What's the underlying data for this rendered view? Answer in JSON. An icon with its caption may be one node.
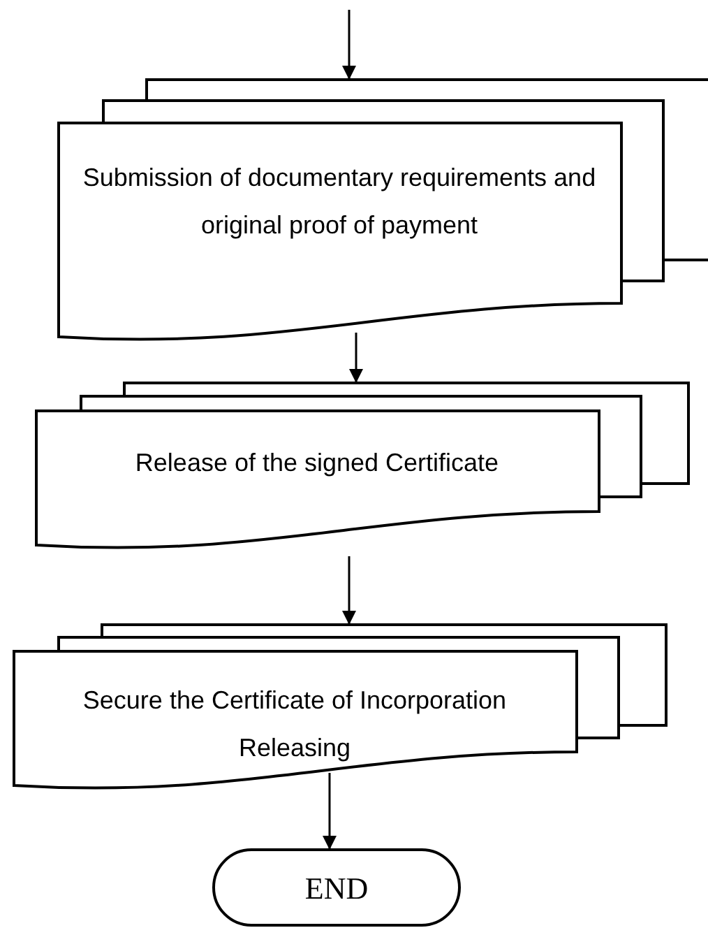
{
  "diagram": {
    "nodes": [
      {
        "text": [
          "Submission of documentary requirements and original proof of payment"
        ]
      },
      {
        "text": [
          "Release of the signed Certificate"
        ]
      },
      {
        "text": [
          "Secure the Certificate of Incorporation Releasing"
        ]
      },
      {
        "text": [
          "END"
        ]
      }
    ],
    "edges": [
      {
        "from": null,
        "to": 0,
        "arrow": "to"
      },
      {
        "from": 0,
        "to": 1,
        "arrow": "to"
      },
      {
        "from": 1,
        "to": 2,
        "arrow": "to"
      },
      {
        "from": 2,
        "to": 3,
        "arrow": "to"
      }
    ]
  }
}
